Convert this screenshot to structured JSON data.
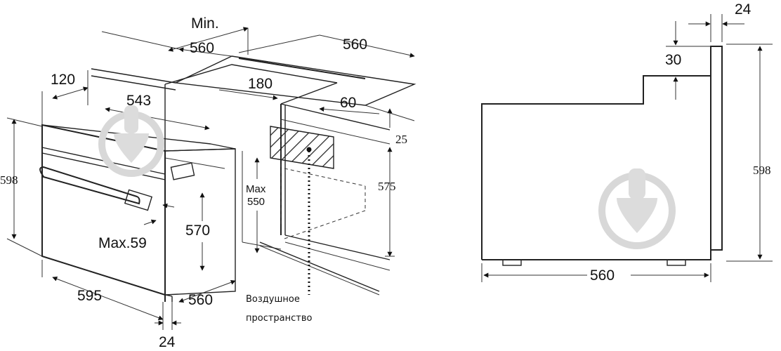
{
  "left_view": {
    "dims": {
      "min_label": "Min.",
      "min_560": "560",
      "top_560": "560",
      "d120": "120",
      "d543": "543",
      "d180": "180",
      "d60": "60",
      "d25": "25",
      "d598": "598",
      "d575": "575",
      "max_label": "Max",
      "max_550": "550",
      "max59": "Max.59",
      "d570": "570",
      "d595": "595",
      "bottom_560": "560",
      "d24": "24"
    },
    "caption_line1": "Воздушное",
    "caption_line2": "пространство"
  },
  "right_view": {
    "dims": {
      "d24": "24",
      "d30": "30",
      "d598": "598",
      "d560": "560"
    }
  }
}
